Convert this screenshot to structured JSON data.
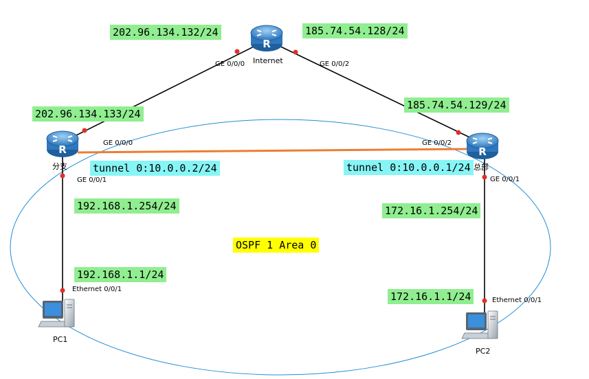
{
  "colors": {
    "subnet_bg": "#90ee90",
    "tunnel_bg": "#87f5f5",
    "area_bg": "#ffff00",
    "link": "#000000",
    "tunnel_link": "#ed7d31",
    "ospf_ellipse": "#1f8dd6",
    "port_dot": "#e0302a",
    "router_blue": "#3a87c8"
  },
  "devices": {
    "internet": {
      "name": "Internet",
      "icon": "router-icon"
    },
    "branch": {
      "name": "分支",
      "icon": "router-icon"
    },
    "hq": {
      "name": "总部",
      "icon": "router-icon"
    },
    "pc1": {
      "name": "PC1",
      "icon": "pc-icon"
    },
    "pc2": {
      "name": "PC2",
      "icon": "pc-icon"
    }
  },
  "subnets": {
    "internet_branch": "202.96.134.132/24",
    "internet_hq": "185.74.54.128/24",
    "branch_wan": "202.96.134.133/24",
    "hq_wan": "185.74.54.129/24",
    "branch_lan": "192.168.1.254/24",
    "pc1": "192.168.1.1/24",
    "hq_lan": "172.16.1.254/24",
    "pc2": "172.16.1.1/24"
  },
  "tunnels": {
    "branch": "tunnel 0:10.0.0.2/24",
    "hq": "tunnel 0:10.0.0.1/24"
  },
  "area": "OSPF 1 Area 0",
  "ports": {
    "internet_left": "GE 0/0/0",
    "internet_right": "GE 0/0/2",
    "branch_wan": "GE 0/0/0",
    "branch_lan": "GE 0/0/1",
    "hq_wan": "GE 0/0/2",
    "hq_lan": "GE 0/0/1",
    "pc1": "Ethernet 0/0/1",
    "pc2": "Ethernet 0/0/1"
  }
}
